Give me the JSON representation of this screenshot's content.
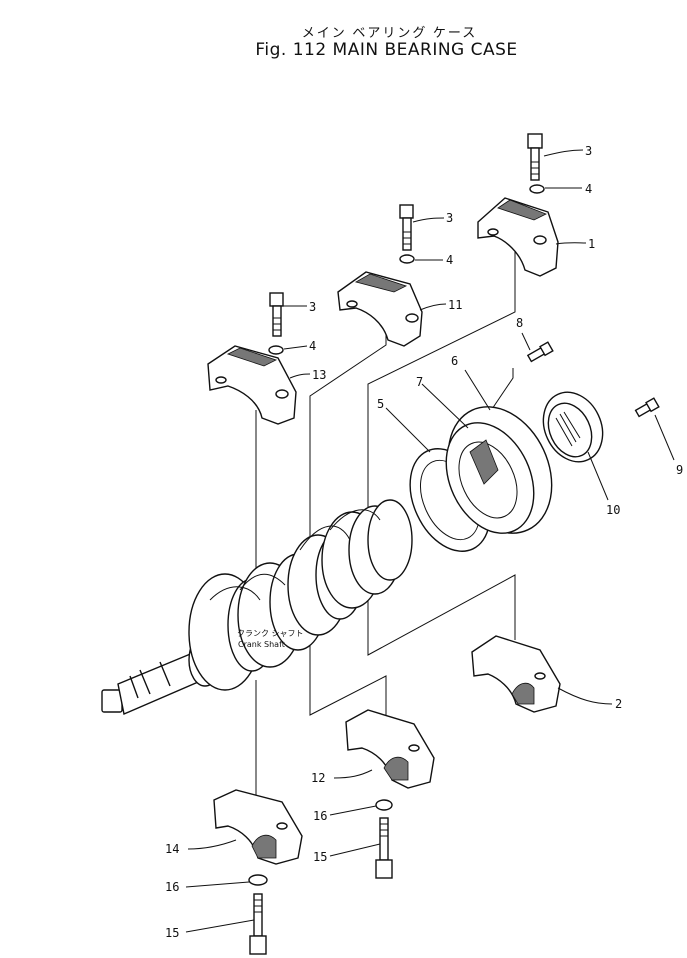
{
  "title_jp": "メイン ベアリング ケース",
  "title_en": "Fig. 112 MAIN BEARING CASE",
  "crank_label_jp": "クランク シャフト",
  "crank_label_en": "Crank Shaft",
  "callouts": [
    "3",
    "4",
    "1",
    "3",
    "4",
    "11",
    "3",
    "4",
    "13",
    "8",
    "6",
    "7",
    "5",
    "9",
    "10",
    "2",
    "12",
    "16",
    "15",
    "14",
    "16",
    "15"
  ]
}
